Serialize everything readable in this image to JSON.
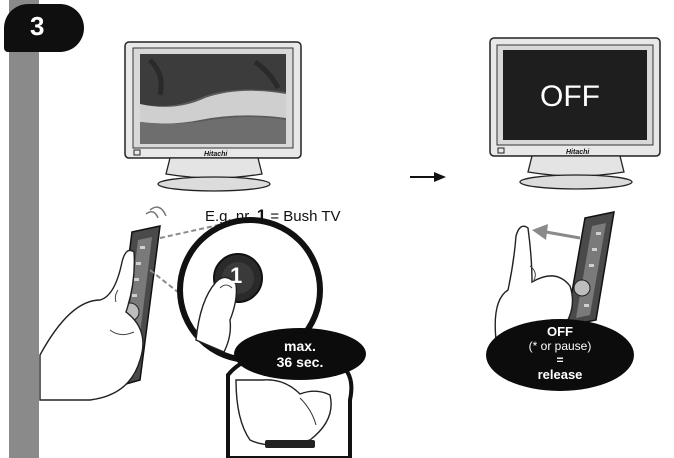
{
  "step": {
    "number": "3"
  },
  "tv_left": {
    "brand": "Hitachi"
  },
  "tv_right": {
    "brand": "Hitachi",
    "screen_text": "OFF"
  },
  "caption": {
    "prefix": "E.g. nr.",
    "number": "1",
    "suffix": "= Bush TV"
  },
  "button_label": "1",
  "timer_bubble": {
    "line1": "max.",
    "line2": "36 sec."
  },
  "release_bubble": {
    "line1": "OFF",
    "line2": "(* or pause)",
    "line3": "=",
    "line4": "release"
  },
  "colors": {
    "badge": "#0f0f0f",
    "bar": "#8a8a8a",
    "screen_off": "#1e1e1e"
  }
}
